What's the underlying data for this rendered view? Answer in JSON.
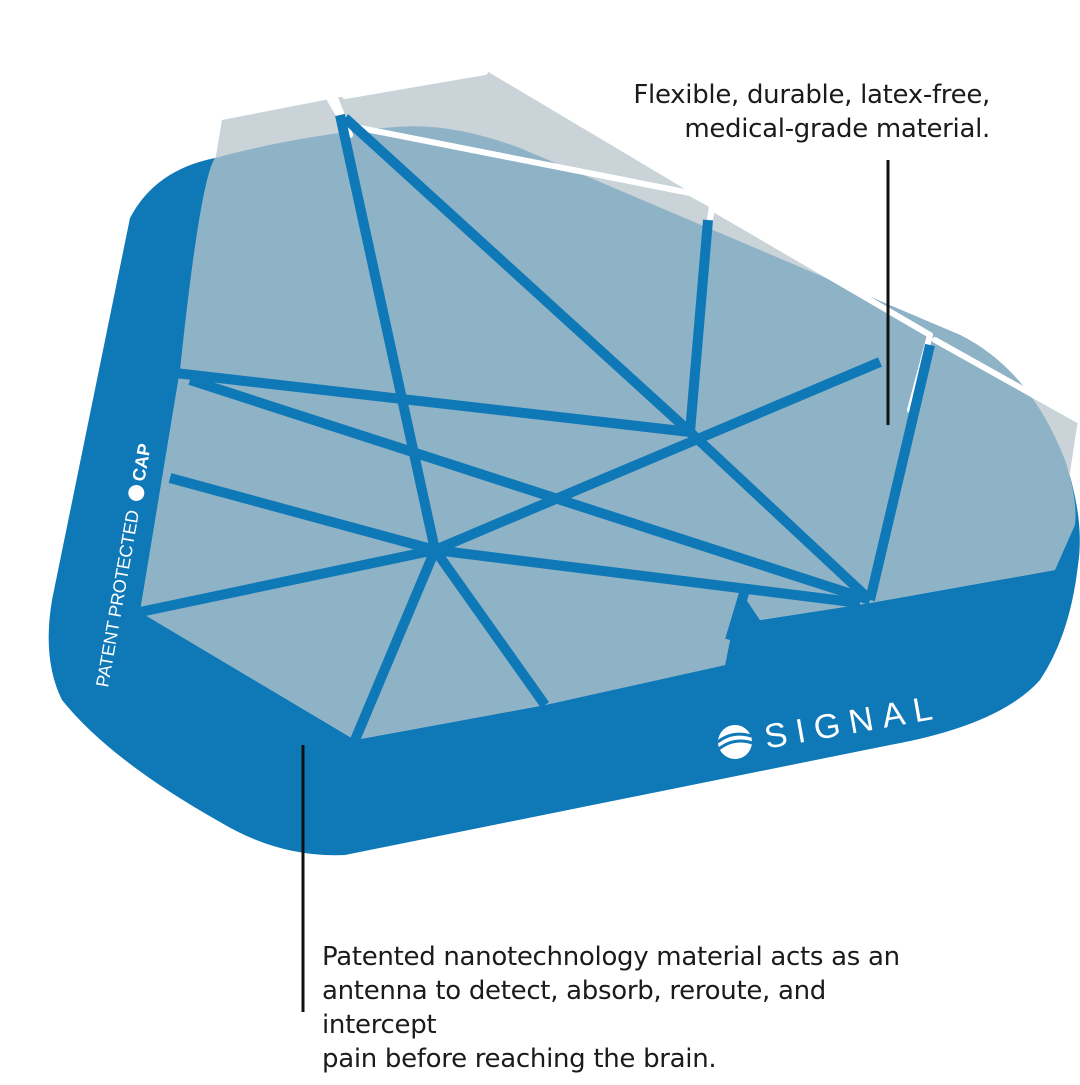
{
  "callouts": {
    "material": {
      "lines": [
        "Flexible, durable, latex-free,",
        "medical-grade material."
      ]
    },
    "technology": {
      "lines": [
        "Patented nanotechnology material acts as an",
        "antenna to detect, absorb, reroute, and intercept",
        "pain before reaching the brain."
      ]
    }
  },
  "patch": {
    "side_text": "PATENT PROTECTED",
    "side_brand": "CAP",
    "brand": "SIGNAL",
    "icons": [
      "signal-logo-icon",
      "ncap-logo-icon"
    ]
  },
  "colors": {
    "patch_blue": "#0f79b8",
    "film_blue_grey": "#8fb3c6",
    "film_overhang": "#c9d3d8",
    "text": "#1b1b1b",
    "white": "#ffffff"
  }
}
